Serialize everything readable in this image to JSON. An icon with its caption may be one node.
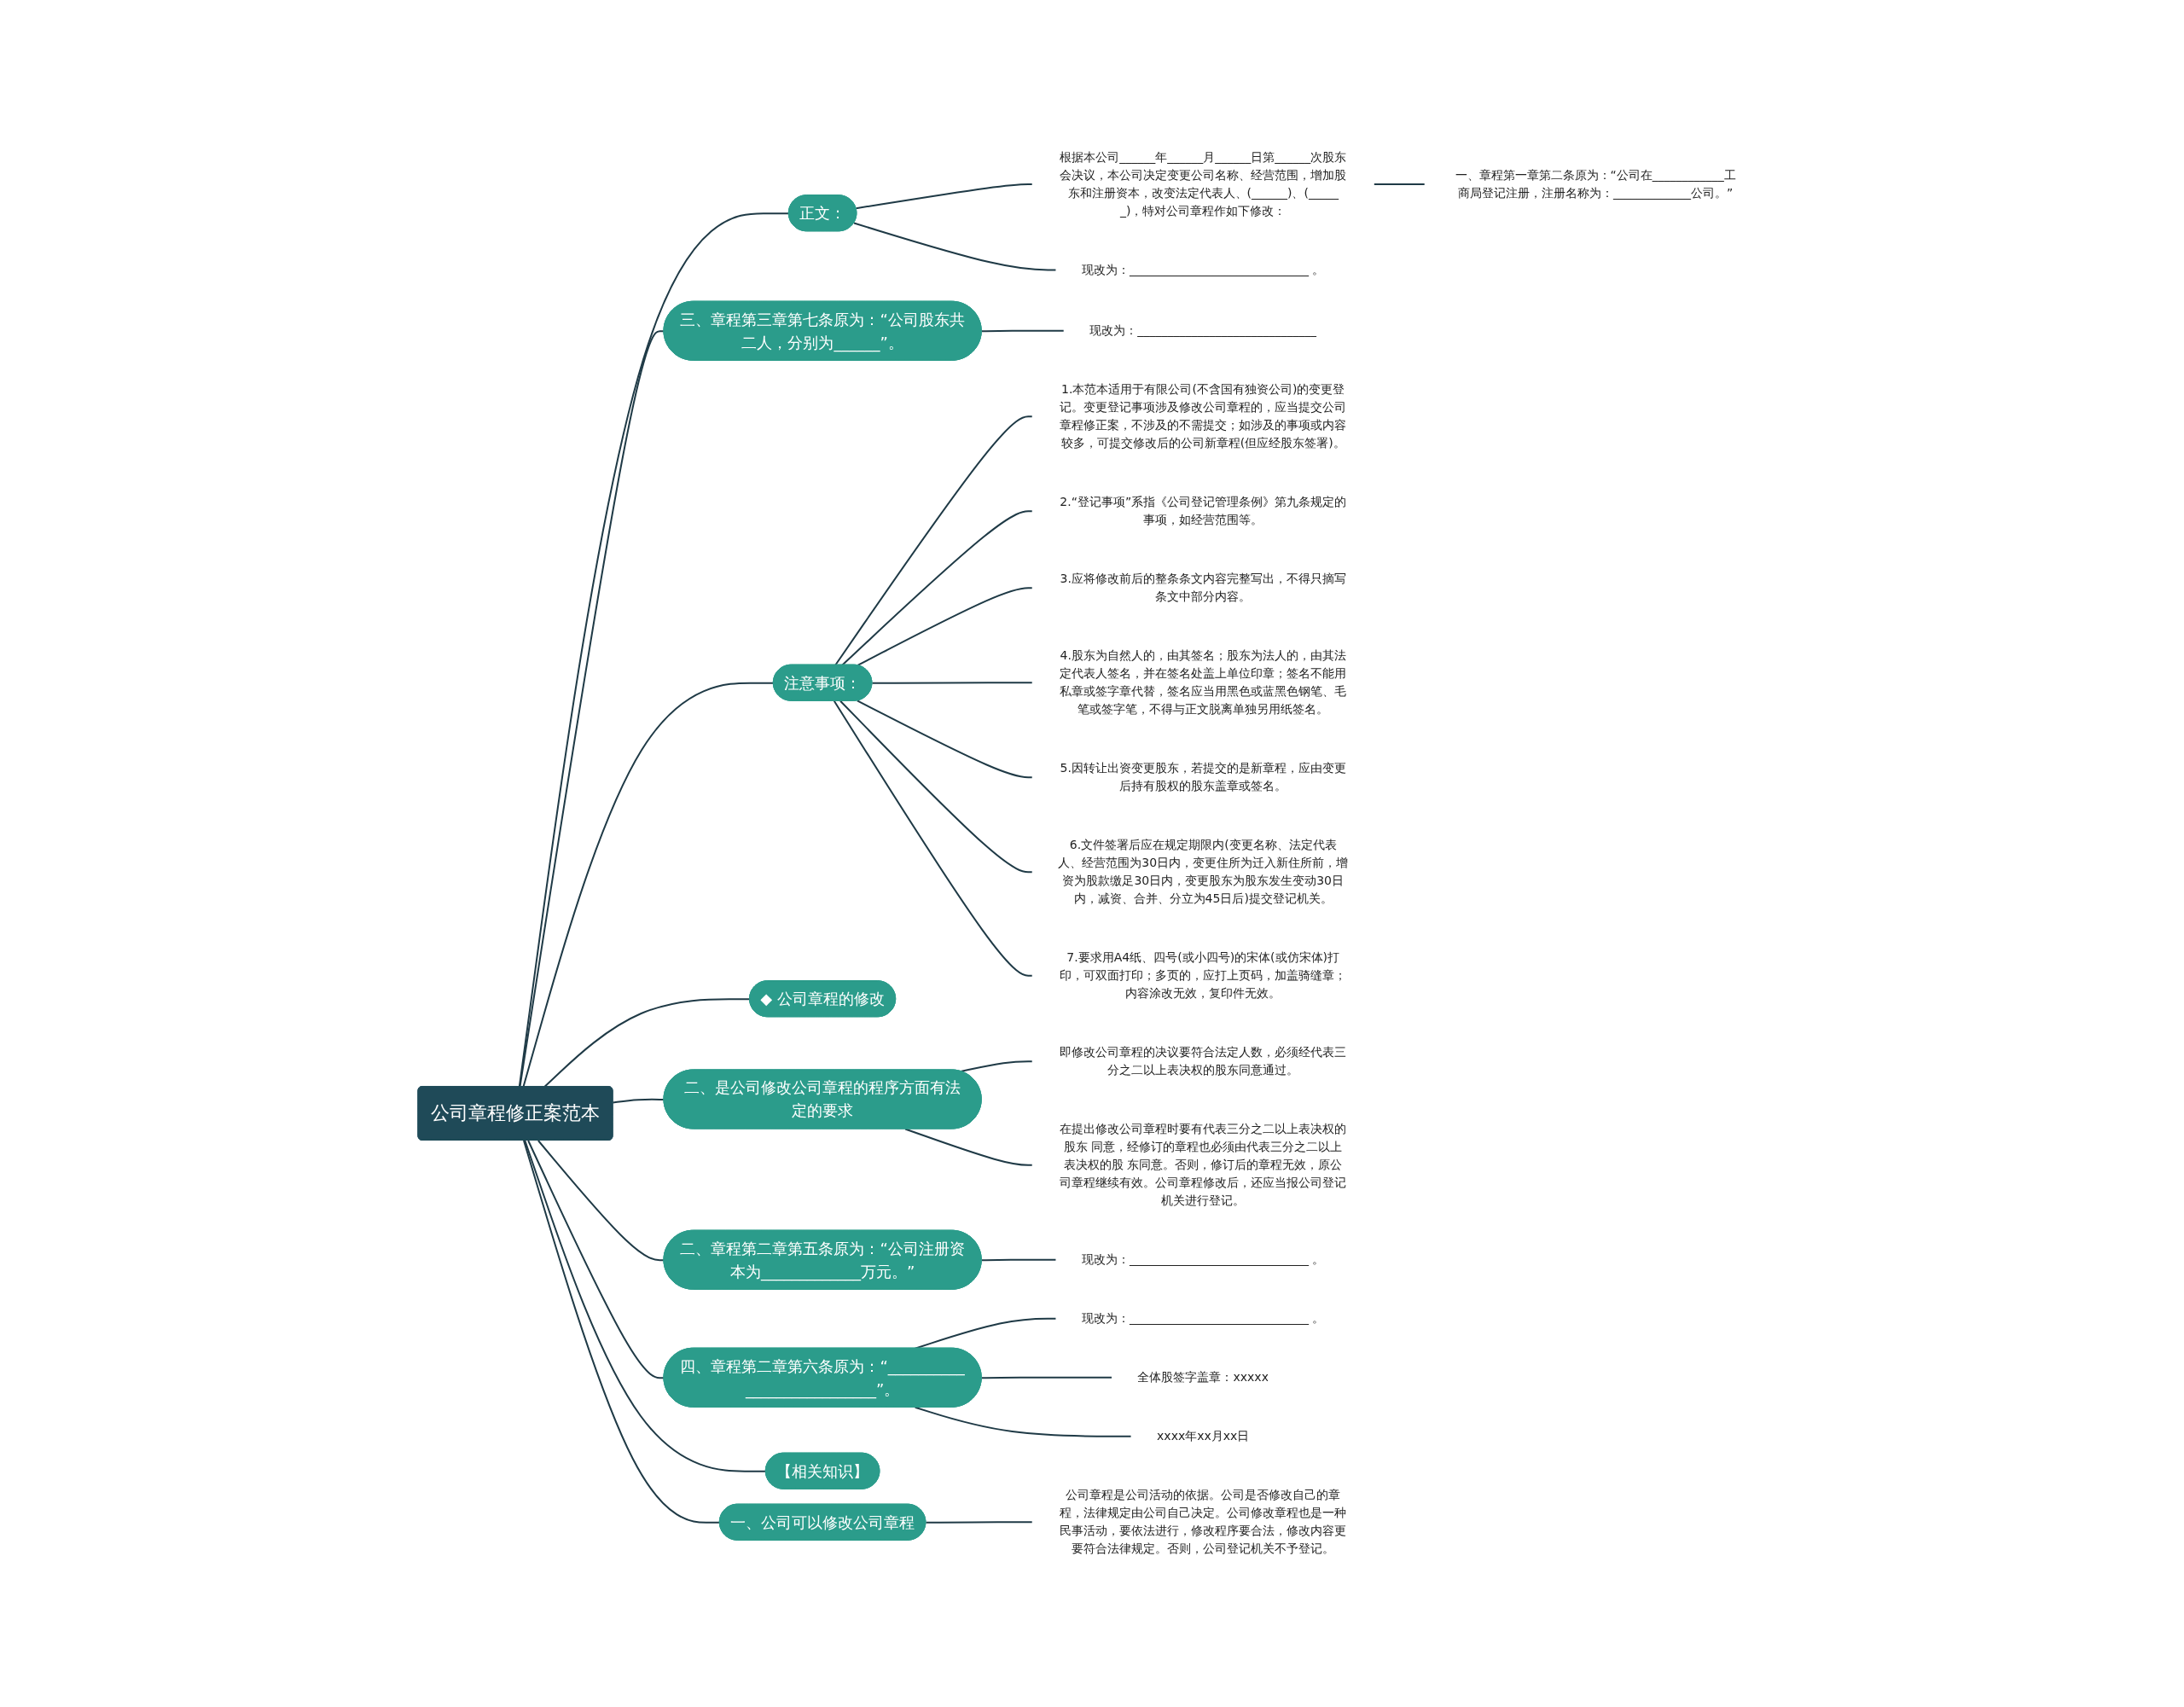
{
  "diagram": {
    "nodes": [
      {
        "text": [
          "公司章程修正案范本"
        ]
      },
      {
        "text": [
          "正文："
        ]
      },
      {
        "text": [
          "根据本公司______年______月______日第______次股东会决议，本公司决定变更公司名称、经营范围，增加股东和注册资本，改变法定代表人、(______)、(______)，特对公司章程作如下修改："
        ]
      },
      {
        "text": [
          "一、章程第一章第二条原为：“公司在____________工商局登记注册，注册名称为：_____________公司。”"
        ]
      },
      {
        "text": [
          "现改为：______________________________ 。"
        ]
      },
      {
        "text": [
          "三、章程第三章第七条原为：“公司股东共二人，分别为______”。"
        ]
      },
      {
        "text": [
          "现改为：______________________________"
        ]
      },
      {
        "text": [
          "注意事项："
        ]
      },
      {
        "text": [
          "1.本范本适用于有限公司(不含国有独资公司)的变更登记。变更登记事项涉及修改公司章程的，应当提交公司章程修正案，不涉及的不需提交；如涉及的事项或内容较多，可提交修改后的公司新章程(但应经股东签署)。"
        ]
      },
      {
        "text": [
          "2.“登记事项”系指《公司登记管理条例》第九条规定的事项，如经营范围等。"
        ]
      },
      {
        "text": [
          "3.应将修改前后的整条条文内容完整写出，不得只摘写条文中部分内容。"
        ]
      },
      {
        "text": [
          "4.股东为自然人的，由其签名；股东为法人的，由其法定代表人签名，并在签名处盖上单位印章；签名不能用私章或签字章代替，签名应当用黑色或蓝黑色钢笔、毛笔或签字笔，不得与正文脱离单独另用纸签名。"
        ]
      },
      {
        "text": [
          "5.因转让出资变更股东，若提交的是新章程，应由变更后持有股权的股东盖章或签名。"
        ]
      },
      {
        "text": [
          "6.文件签署后应在规定期限内(变更名称、法定代表人、经营范围为30日内，变更住所为迁入新住所前，增资为股款缴足30日内，变更股东为股东发生变动30日内，减资、合并、分立为45日后)提交登记机关。"
        ]
      },
      {
        "text": [
          "7.要求用A4纸、四号(或小四号)的宋体(或仿宋体)打印，可双面打印；多页的，应打上页码，加盖骑缝章；内容涂改无效，复印件无效。"
        ]
      },
      {
        "text": [
          "◆ 公司章程的修改"
        ]
      },
      {
        "text": [
          "二、是公司修改公司章程的程序方面有法定的要求"
        ]
      },
      {
        "text": [
          "即修改公司章程的决议要符合法定人数，必须经代表三分之二以上表决权的股东同意通过。"
        ]
      },
      {
        "text": [
          "在提出修改公司章程时要有代表三分之二以上表决权的股东 同意，经修订的章程也必须由代表三分之二以上表决权的股 东同意。否则，修订后的章程无效，原公司章程继续有效。公司章程修改后，还应当报公司登记机关进行登记。"
        ]
      },
      {
        "text": [
          "二、章程第二章第五条原为：“公司注册资本为_____________万元。”"
        ]
      },
      {
        "text": [
          "现改为：______________________________ 。"
        ]
      },
      {
        "text": [
          "四、章程第二章第六条原为：“___________________________”。"
        ]
      },
      {
        "text": [
          "现改为：______________________________ 。"
        ]
      },
      {
        "text": [
          "全体股签字盖章：xxxxx"
        ]
      },
      {
        "text": [
          "xxxx年xx月xx日"
        ]
      },
      {
        "text": [
          "【相关知识】"
        ]
      },
      {
        "text": [
          "一、公司可以修改公司章程"
        ]
      },
      {
        "text": [
          "公司章程是公司活动的依据。公司是否修改自己的章程，法律规定由公司自己决定。公司修改章程也是一种民事活动，要依法进行，修改程序要合法，修改内容更要符合法律规定。否则，公司登记机关不予登记。"
        ]
      }
    ],
    "edges": [
      {
        "from": 0,
        "to": 1,
        "arrow": "none"
      },
      {
        "from": 1,
        "to": 2,
        "arrow": "none"
      },
      {
        "from": 2,
        "to": 3,
        "arrow": "none"
      },
      {
        "from": 1,
        "to": 4,
        "arrow": "none"
      },
      {
        "from": 0,
        "to": 5,
        "arrow": "none"
      },
      {
        "from": 5,
        "to": 6,
        "arrow": "none"
      },
      {
        "from": 0,
        "to": 7,
        "arrow": "none"
      },
      {
        "from": 7,
        "to": 8,
        "arrow": "none"
      },
      {
        "from": 7,
        "to": 9,
        "arrow": "none"
      },
      {
        "from": 7,
        "to": 10,
        "arrow": "none"
      },
      {
        "from": 7,
        "to": 11,
        "arrow": "none"
      },
      {
        "from": 7,
        "to": 12,
        "arrow": "none"
      },
      {
        "from": 7,
        "to": 13,
        "arrow": "none"
      },
      {
        "from": 7,
        "to": 14,
        "arrow": "none"
      },
      {
        "from": 0,
        "to": 15,
        "arrow": "none"
      },
      {
        "from": 0,
        "to": 16,
        "arrow": "none"
      },
      {
        "from": 16,
        "to": 17,
        "arrow": "none"
      },
      {
        "from": 16,
        "to": 18,
        "arrow": "none"
      },
      {
        "from": 0,
        "to": 19,
        "arrow": "none"
      },
      {
        "from": 19,
        "to": 20,
        "arrow": "none"
      },
      {
        "from": 0,
        "to": 21,
        "arrow": "none"
      },
      {
        "from": 21,
        "to": 22,
        "arrow": "none"
      },
      {
        "from": 21,
        "to": 23,
        "arrow": "none"
      },
      {
        "from": 21,
        "to": 24,
        "arrow": "none"
      },
      {
        "from": 0,
        "to": 25,
        "arrow": "none"
      },
      {
        "from": 0,
        "to": 26,
        "arrow": "none"
      },
      {
        "from": 26,
        "to": 27,
        "arrow": "none"
      }
    ]
  }
}
